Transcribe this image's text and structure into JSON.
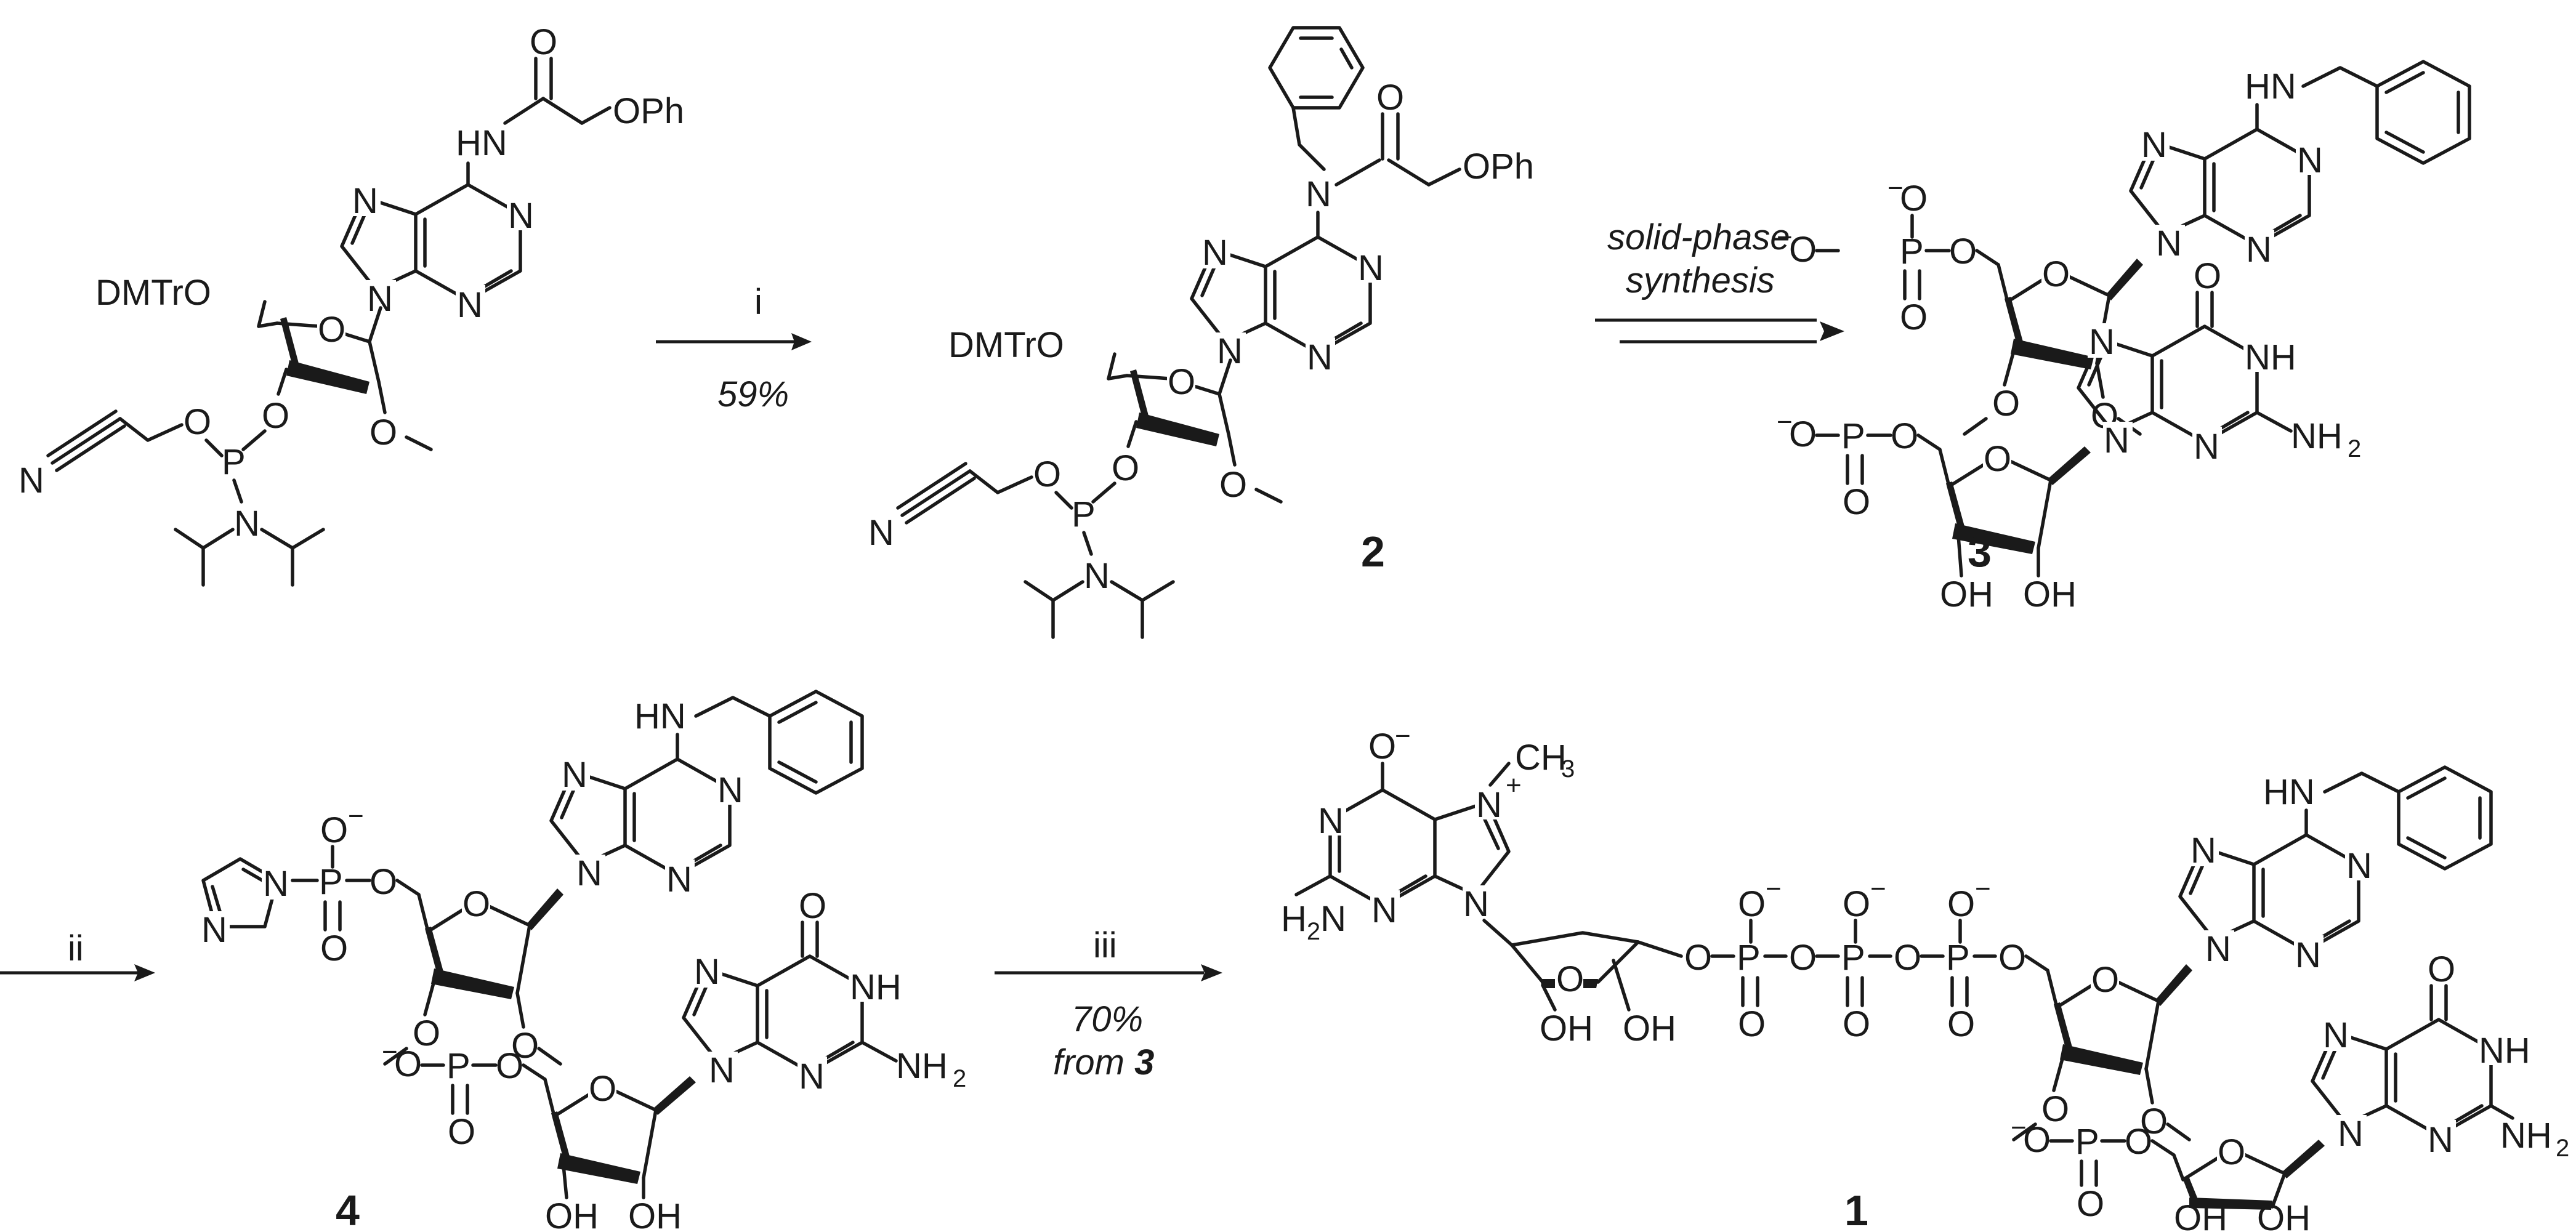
{
  "scheme": {
    "reagent_labels": {
      "step1": "i",
      "step1_yield": "59%",
      "step2_line1": "solid-phase",
      "step2_line2": "synthesis",
      "step3": "ii",
      "step4": "iii",
      "step4_yield": "70%",
      "step4_from": "from ",
      "step4_from_ref": "3"
    },
    "compound_labels": {
      "c2": "2",
      "c3": "3",
      "c4": "4",
      "c1": "1"
    },
    "groups": {
      "dmtro": "DMTrO",
      "oph": "OPh",
      "hn": "HN",
      "nh": "NH",
      "nh2_base": "NH",
      "nh2_sub": "2",
      "h2n_h": "H",
      "h2n_sub": "2",
      "h2n_n": "N",
      "n": "N",
      "o": "O",
      "p": "P",
      "oh": "OH",
      "ch3_c": "CH",
      "ch3_sub": "3",
      "minus": "−",
      "plus": "+"
    }
  }
}
